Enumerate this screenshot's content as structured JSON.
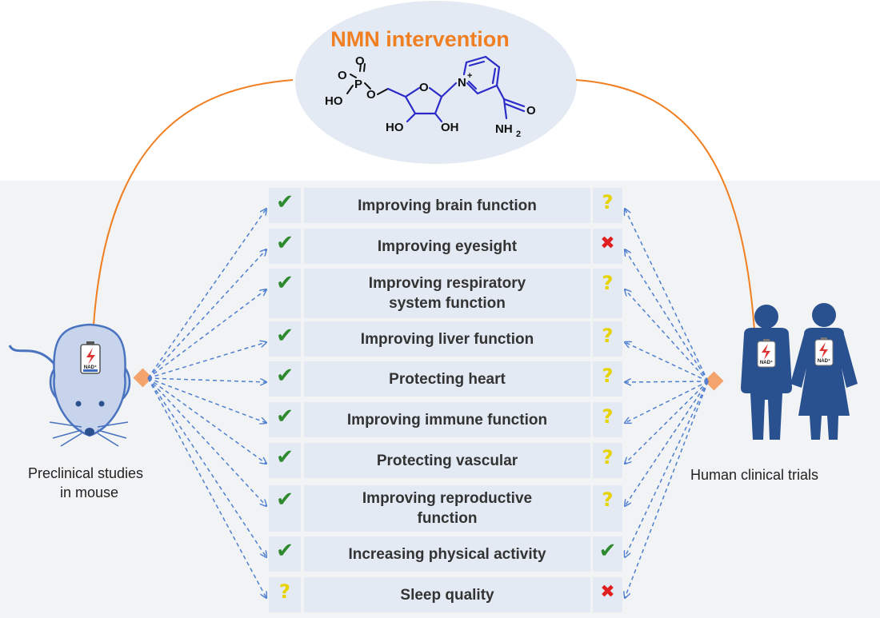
{
  "title": "NMN intervention",
  "molecule": {
    "phosphate_o_top": "O",
    "phosphate_p": "P",
    "phosphate_o_left": "O",
    "phosphate_ho": "HO",
    "phosphate_o_bridge": "O",
    "ring_o": "O",
    "hydroxyl_left": "HO",
    "hydroxyl_right": "OH",
    "pyridinium_n": "N",
    "pyridinium_charge": "+",
    "amide_o": "O",
    "amide_nh": "NH",
    "amide_sub": "2"
  },
  "left_caption": "Preclinical studies\n        in mouse",
  "right_caption": "Human clinical trials",
  "battery_label": "NAD⁺",
  "rows": [
    {
      "label": "Improving brain function",
      "mouse": "check",
      "human": "question"
    },
    {
      "label": "Improving eyesight",
      "mouse": "check",
      "human": "cross"
    },
    {
      "label": "Improving respiratory\nsystem function",
      "mouse": "check",
      "human": "question"
    },
    {
      "label": "Improving liver function",
      "mouse": "check",
      "human": "question"
    },
    {
      "label": "Protecting heart",
      "mouse": "check",
      "human": "question"
    },
    {
      "label": "Improving immune function",
      "mouse": "check",
      "human": "question"
    },
    {
      "label": "Protecting vascular",
      "mouse": "check",
      "human": "question"
    },
    {
      "label": "Improving reproductive\nfunction",
      "mouse": "check",
      "human": "question"
    },
    {
      "label": "Increasing physical activity",
      "mouse": "check",
      "human": "check"
    },
    {
      "label": "Sleep quality",
      "mouse": "question",
      "human": "cross"
    }
  ],
  "symbols": {
    "check": "✔",
    "question": "?",
    "cross": "✖"
  },
  "colors": {
    "title": "#f07f22",
    "molecule": "#2b2bc8",
    "arc": "#f07f22",
    "dashed_arrows": "#4f7fd0",
    "figures": "#29508f",
    "mouse_fill": "#c7d4ec",
    "diamond": "#f3a36b",
    "row_fill": "#e3eaf4"
  }
}
